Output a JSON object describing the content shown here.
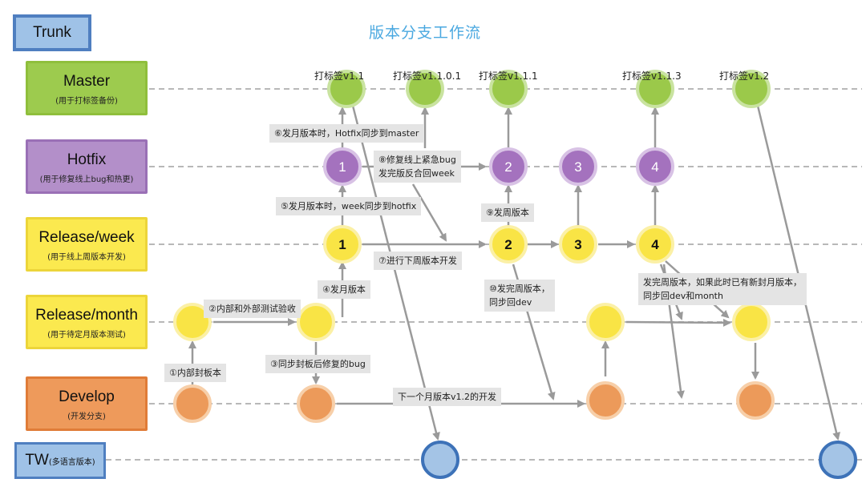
{
  "title": "版本分支工作流",
  "trunk_label": "Trunk",
  "lanes": [
    {
      "id": "master",
      "name": "Master",
      "sub": "(用于打标签备份)",
      "fill": "#9dcb4e",
      "border": "#8fbf3c",
      "node_fill": "#9bc94a",
      "node_stroke": "#c9e3a0"
    },
    {
      "id": "hotfix",
      "name": "Hotfix",
      "sub": "(用于修复线上bug和热更)",
      "fill": "#b38fc9",
      "border": "#9a70b6",
      "node_fill": "#a472be",
      "node_stroke": "#d8c2e5"
    },
    {
      "id": "week",
      "name": "Release/week",
      "sub": "(用于线上周版本开发)",
      "fill": "#fbe94f",
      "border": "#ecd53a",
      "node_fill": "#f9e445",
      "node_stroke": "#fbf0a6"
    },
    {
      "id": "month",
      "name": "Release/month",
      "sub": "(用于待定月版本测试)",
      "fill": "#fbe94f",
      "border": "#ecd53a",
      "node_fill": "#f9e445",
      "node_stroke": "#fbf0a6"
    },
    {
      "id": "develop",
      "name": "Develop",
      "sub": "(开发分支)",
      "fill": "#ee9a5b",
      "border": "#e07c38",
      "node_fill": "#ec9a5a",
      "node_stroke": "#f7cfa9"
    }
  ],
  "tw": {
    "main": "TW",
    "sub": "(多语言版本)",
    "node_fill": "#a4c4e6",
    "node_stroke": "#3d72b8"
  },
  "master_tags": [
    "打标签v1.1",
    "打标签v1.1.0.1",
    "打标签v1.1.1",
    "打标签v1.1.3",
    "打标签v1.2"
  ],
  "node_labels": {
    "hotfix": [
      "1",
      "2",
      "3",
      "4"
    ],
    "week": [
      "1",
      "2",
      "3",
      "4"
    ]
  },
  "notes": {
    "n1": "①内部封板本",
    "n2": "②内部和外部测试验收",
    "n3": "③同步封板后修复的bug",
    "n4": "④发月版本",
    "n5": "⑤发月版本时，week同步到hotfix",
    "n6": "⑥发月版本时，Hotfix同步到master",
    "n7": "⑦进行下周版本开发",
    "n8a": "⑧修复线上紧急bug",
    "n8b": "发完版反合回week",
    "n9": "⑨发周版本",
    "n10a": "⑩发完周版本，",
    "n10b": "同步回dev",
    "n11a": "发完周版本，如果此时已有新封月版本，",
    "n11b": "同步回dev和month",
    "n12": "下一个月版本v1.2的开发"
  },
  "colors": {
    "title": "#4aa8e0",
    "lane_line": "#b8b8b8",
    "arrow": "#9a9a9a",
    "note_bg": "#e4e4e4",
    "trunk_fill": "#9fc2e7",
    "trunk_border": "#4f7fc0"
  }
}
